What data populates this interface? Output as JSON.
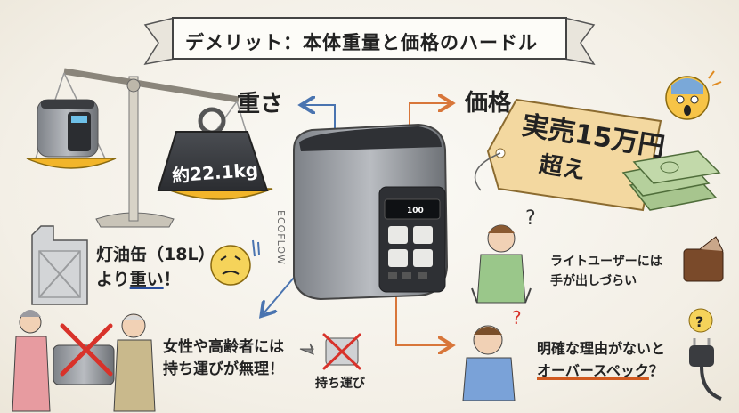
{
  "banner": {
    "title": "デメリット：本体重量と価格のハードル"
  },
  "weight": {
    "label": "重さ",
    "value": "約22.1kg"
  },
  "price": {
    "label": "価格",
    "tag_line1": "実売15万円",
    "tag_line2": "超え"
  },
  "tank": {
    "line1": "灯油缶（18L）",
    "line2_prefix": "より",
    "line2_emph": "重い",
    "line2_suffix": "！"
  },
  "hard": {
    "line1": "女性や高齢者には",
    "line2": "持ち運びが無理！",
    "no_carry_label": "持ち運び"
  },
  "light": {
    "line1": "ライトユーザーには",
    "line2": "手が出しづらい"
  },
  "over": {
    "line1": "明確な理由がないと",
    "line2_emph": "オーバースペック",
    "line2_suffix": "？"
  },
  "device": {
    "display": "100",
    "brand": "ECOFLOW"
  },
  "colors": {
    "arrow_blue": "#4a74b0",
    "arrow_orange": "#d8763a",
    "tag": "#f3d8a0",
    "weight_gold": "#f2b52a",
    "cross": "#d8322a"
  }
}
